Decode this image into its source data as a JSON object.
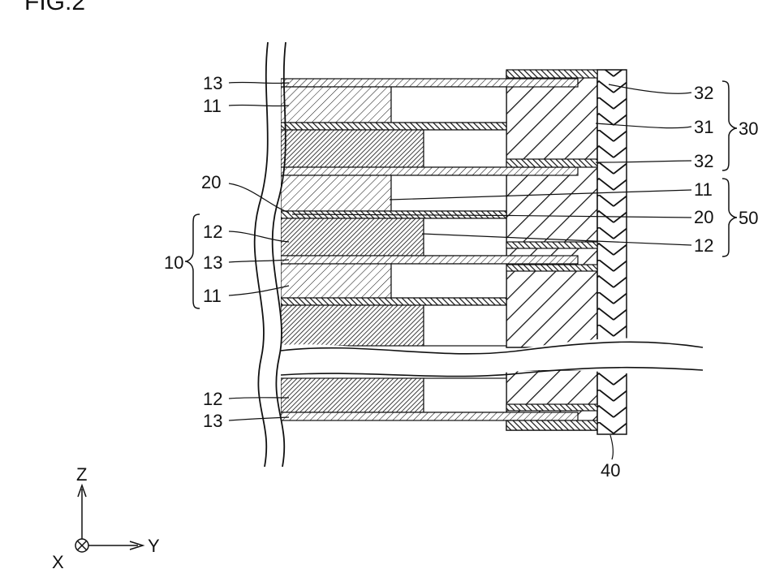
{
  "figure": {
    "title": "FIG.2"
  },
  "labels": {
    "left": {
      "l13_top": "13",
      "l11_top": "11",
      "l20": "20",
      "l12": "12",
      "l10": "10",
      "l13_mid": "13",
      "l11_mid": "11",
      "l12_bot": "12",
      "l13_bot": "13"
    },
    "right": {
      "r32_top": "32",
      "r31": "31",
      "r32_bot": "32",
      "r30": "30",
      "r11": "11",
      "r20": "20",
      "r12": "12",
      "r50": "50"
    },
    "bottom": {
      "b40": "40"
    }
  },
  "axes": {
    "z": "Z",
    "x": "X",
    "y": "Y"
  },
  "colors": {
    "ink": "#111111",
    "background": "#ffffff"
  }
}
